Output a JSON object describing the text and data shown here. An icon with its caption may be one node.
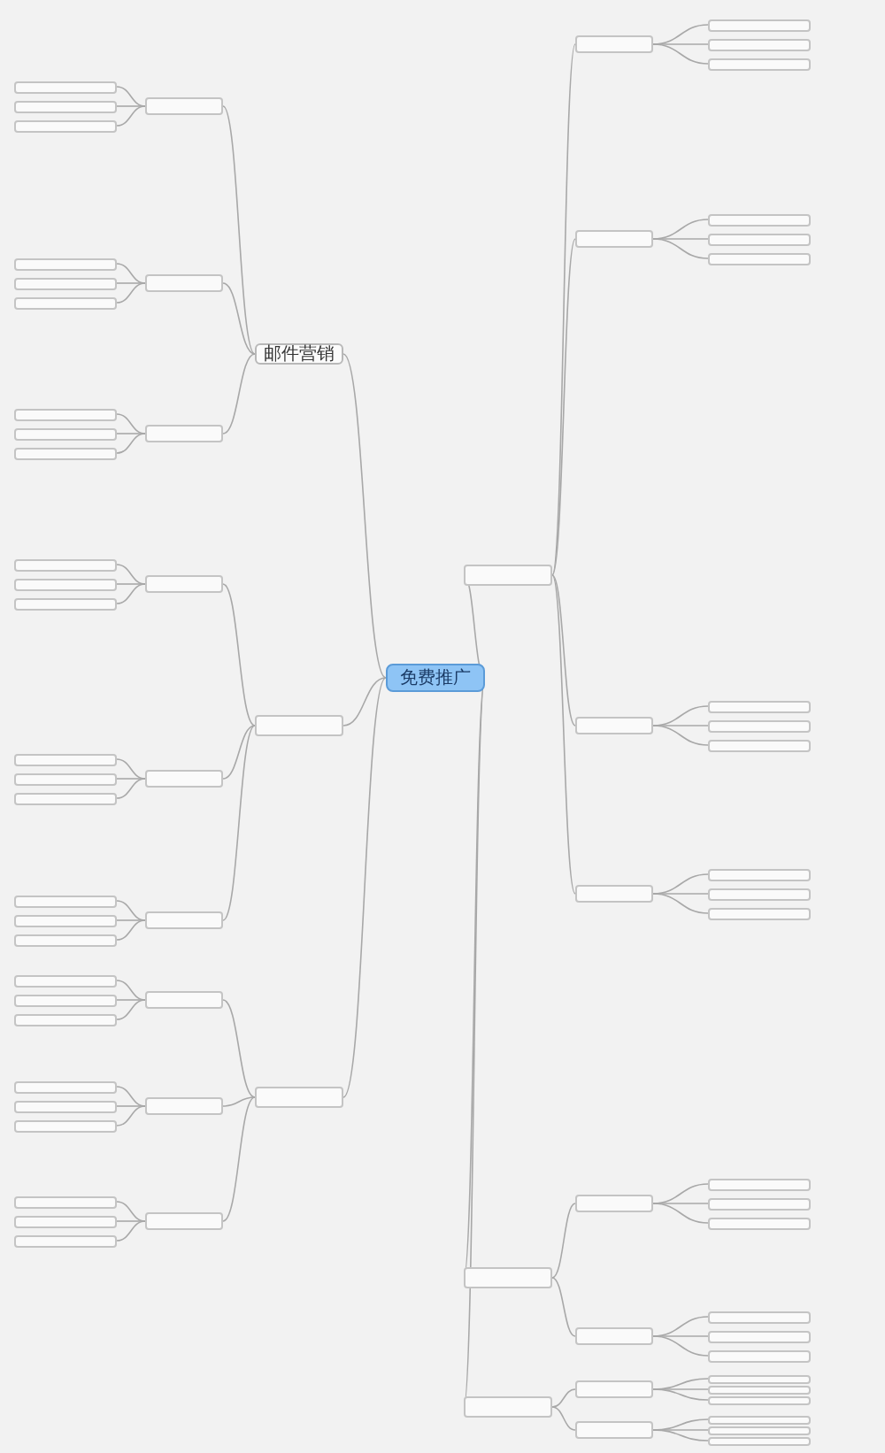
{
  "diagram": {
    "nodes": [
      {
        "text": [
          "免费推广"
        ]
      },
      {
        "text": [
          "邮件营销"
        ]
      },
      {
        "text": [],
        "shape": "box"
      },
      {
        "text": [],
        "shape": "box"
      },
      {
        "text": [],
        "shape": "box"
      },
      {
        "text": [],
        "shape": "box"
      },
      {
        "text": [],
        "shape": "box"
      },
      {
        "text": [],
        "shape": "box"
      },
      {
        "text": [],
        "shape": "box"
      },
      {
        "text": [],
        "shape": "box"
      },
      {
        "text": [],
        "shape": "box"
      },
      {
        "text": [],
        "shape": "box"
      },
      {
        "text": [],
        "shape": "box"
      },
      {
        "text": [],
        "shape": "box"
      },
      {
        "text": [],
        "shape": "box"
      },
      {
        "text": [],
        "shape": "box"
      },
      {
        "text": [],
        "shape": "box"
      },
      {
        "text": [],
        "shape": "box"
      },
      {
        "text": [],
        "shape": "box"
      },
      {
        "text": [],
        "shape": "box"
      },
      {
        "text": [],
        "shape": "box"
      },
      {
        "text": [],
        "shape": "box"
      },
      {
        "text": [],
        "shape": "box"
      },
      {
        "text": [],
        "shape": "box"
      },
      {
        "text": [],
        "shape": "box"
      },
      {
        "text": [],
        "shape": "box"
      },
      {
        "text": [],
        "shape": "box"
      },
      {
        "text": [],
        "shape": "box"
      },
      {
        "text": [],
        "shape": "box"
      },
      {
        "text": [],
        "shape": "box"
      },
      {
        "text": [],
        "shape": "box"
      },
      {
        "text": [],
        "shape": "box"
      },
      {
        "text": [],
        "shape": "box"
      },
      {
        "text": [],
        "shape": "box"
      },
      {
        "text": [],
        "shape": "box"
      },
      {
        "text": [],
        "shape": "box"
      },
      {
        "text": [],
        "shape": "box"
      },
      {
        "text": [],
        "shape": "box"
      },
      {
        "text": [],
        "shape": "box"
      },
      {
        "text": [],
        "shape": "box"
      },
      {
        "text": [],
        "shape": "box"
      },
      {
        "text": [],
        "shape": "box"
      },
      {
        "text": [],
        "shape": "box"
      },
      {
        "text": [],
        "shape": "box"
      },
      {
        "text": [],
        "shape": "box"
      },
      {
        "text": [],
        "shape": "box"
      },
      {
        "text": [],
        "shape": "box"
      },
      {
        "text": [],
        "shape": "box"
      },
      {
        "text": [],
        "shape": "box"
      },
      {
        "text": [],
        "shape": "box"
      },
      {
        "text": [],
        "shape": "box"
      },
      {
        "text": [],
        "shape": "box"
      },
      {
        "text": [],
        "shape": "box"
      },
      {
        "text": [],
        "shape": "box"
      },
      {
        "text": [],
        "shape": "box"
      },
      {
        "text": [],
        "shape": "box"
      },
      {
        "text": [],
        "shape": "box"
      },
      {
        "text": [],
        "shape": "box"
      },
      {
        "text": [],
        "shape": "box"
      },
      {
        "text": [],
        "shape": "box"
      },
      {
        "text": [],
        "shape": "box"
      },
      {
        "text": [],
        "shape": "box"
      },
      {
        "text": [],
        "shape": "box"
      },
      {
        "text": [],
        "shape": "box"
      },
      {
        "text": [],
        "shape": "box"
      },
      {
        "text": [],
        "shape": "box"
      },
      {
        "text": [],
        "shape": "box"
      },
      {
        "text": [],
        "shape": "box"
      },
      {
        "text": [],
        "shape": "box"
      },
      {
        "text": [],
        "shape": "box"
      },
      {
        "text": [],
        "shape": "box"
      },
      {
        "text": [],
        "shape": "box"
      },
      {
        "text": [],
        "shape": "box"
      },
      {
        "text": [],
        "shape": "box"
      },
      {
        "text": [],
        "shape": "box"
      }
    ],
    "edges": [
      {
        "from": 0,
        "to": 1,
        "arrow": "none"
      },
      {
        "from": 0,
        "to": 2,
        "arrow": "none"
      },
      {
        "from": 0,
        "to": 3,
        "arrow": "none"
      },
      {
        "from": 0,
        "to": 4,
        "arrow": "none"
      },
      {
        "from": 0,
        "to": 5,
        "arrow": "none"
      },
      {
        "from": 0,
        "to": 6,
        "arrow": "none"
      },
      {
        "from": 1,
        "to": 7,
        "arrow": "none"
      },
      {
        "from": 1,
        "to": 8,
        "arrow": "none"
      },
      {
        "from": 1,
        "to": 9,
        "arrow": "none"
      },
      {
        "from": 2,
        "to": 10,
        "arrow": "none"
      },
      {
        "from": 2,
        "to": 11,
        "arrow": "none"
      },
      {
        "from": 2,
        "to": 12,
        "arrow": "none"
      },
      {
        "from": 3,
        "to": 13,
        "arrow": "none"
      },
      {
        "from": 3,
        "to": 14,
        "arrow": "none"
      },
      {
        "from": 3,
        "to": 15,
        "arrow": "none"
      },
      {
        "from": 4,
        "to": 16,
        "arrow": "none"
      },
      {
        "from": 4,
        "to": 17,
        "arrow": "none"
      },
      {
        "from": 4,
        "to": 18,
        "arrow": "none"
      },
      {
        "from": 4,
        "to": 19,
        "arrow": "none"
      },
      {
        "from": 5,
        "to": 20,
        "arrow": "none"
      },
      {
        "from": 5,
        "to": 21,
        "arrow": "none"
      },
      {
        "from": 6,
        "to": 22,
        "arrow": "none"
      },
      {
        "from": 6,
        "to": 23,
        "arrow": "none"
      },
      {
        "from": 7,
        "to": 24,
        "arrow": "none"
      },
      {
        "from": 7,
        "to": 25,
        "arrow": "none"
      },
      {
        "from": 7,
        "to": 26,
        "arrow": "none"
      },
      {
        "from": 8,
        "to": 27,
        "arrow": "none"
      },
      {
        "from": 8,
        "to": 28,
        "arrow": "none"
      },
      {
        "from": 8,
        "to": 29,
        "arrow": "none"
      },
      {
        "from": 9,
        "to": 30,
        "arrow": "none"
      },
      {
        "from": 9,
        "to": 31,
        "arrow": "none"
      },
      {
        "from": 9,
        "to": 32,
        "arrow": "none"
      },
      {
        "from": 10,
        "to": 33,
        "arrow": "none"
      },
      {
        "from": 10,
        "to": 34,
        "arrow": "none"
      },
      {
        "from": 10,
        "to": 35,
        "arrow": "none"
      },
      {
        "from": 11,
        "to": 36,
        "arrow": "none"
      },
      {
        "from": 11,
        "to": 37,
        "arrow": "none"
      },
      {
        "from": 11,
        "to": 38,
        "arrow": "none"
      },
      {
        "from": 12,
        "to": 39,
        "arrow": "none"
      },
      {
        "from": 12,
        "to": 40,
        "arrow": "none"
      },
      {
        "from": 12,
        "to": 41,
        "arrow": "none"
      },
      {
        "from": 13,
        "to": 42,
        "arrow": "none"
      },
      {
        "from": 13,
        "to": 43,
        "arrow": "none"
      },
      {
        "from": 13,
        "to": 44,
        "arrow": "none"
      },
      {
        "from": 14,
        "to": 45,
        "arrow": "none"
      },
      {
        "from": 14,
        "to": 46,
        "arrow": "none"
      },
      {
        "from": 14,
        "to": 47,
        "arrow": "none"
      },
      {
        "from": 15,
        "to": 48,
        "arrow": "none"
      },
      {
        "from": 15,
        "to": 49,
        "arrow": "none"
      },
      {
        "from": 15,
        "to": 50,
        "arrow": "none"
      },
      {
        "from": 16,
        "to": 51,
        "arrow": "none"
      },
      {
        "from": 16,
        "to": 52,
        "arrow": "none"
      },
      {
        "from": 16,
        "to": 53,
        "arrow": "none"
      },
      {
        "from": 17,
        "to": 54,
        "arrow": "none"
      },
      {
        "from": 17,
        "to": 55,
        "arrow": "none"
      },
      {
        "from": 17,
        "to": 56,
        "arrow": "none"
      },
      {
        "from": 18,
        "to": 57,
        "arrow": "none"
      },
      {
        "from": 18,
        "to": 58,
        "arrow": "none"
      },
      {
        "from": 18,
        "to": 59,
        "arrow": "none"
      },
      {
        "from": 19,
        "to": 60,
        "arrow": "none"
      },
      {
        "from": 19,
        "to": 61,
        "arrow": "none"
      },
      {
        "from": 19,
        "to": 62,
        "arrow": "none"
      },
      {
        "from": 20,
        "to": 63,
        "arrow": "none"
      },
      {
        "from": 20,
        "to": 64,
        "arrow": "none"
      },
      {
        "from": 20,
        "to": 65,
        "arrow": "none"
      },
      {
        "from": 21,
        "to": 66,
        "arrow": "none"
      },
      {
        "from": 21,
        "to": 67,
        "arrow": "none"
      },
      {
        "from": 21,
        "to": 68,
        "arrow": "none"
      },
      {
        "from": 22,
        "to": 69,
        "arrow": "none"
      },
      {
        "from": 22,
        "to": 70,
        "arrow": "none"
      },
      {
        "from": 22,
        "to": 71,
        "arrow": "none"
      },
      {
        "from": 23,
        "to": 72,
        "arrow": "none"
      },
      {
        "from": 23,
        "to": 73,
        "arrow": "none"
      },
      {
        "from": 23,
        "to": 74,
        "arrow": "none"
      }
    ]
  }
}
